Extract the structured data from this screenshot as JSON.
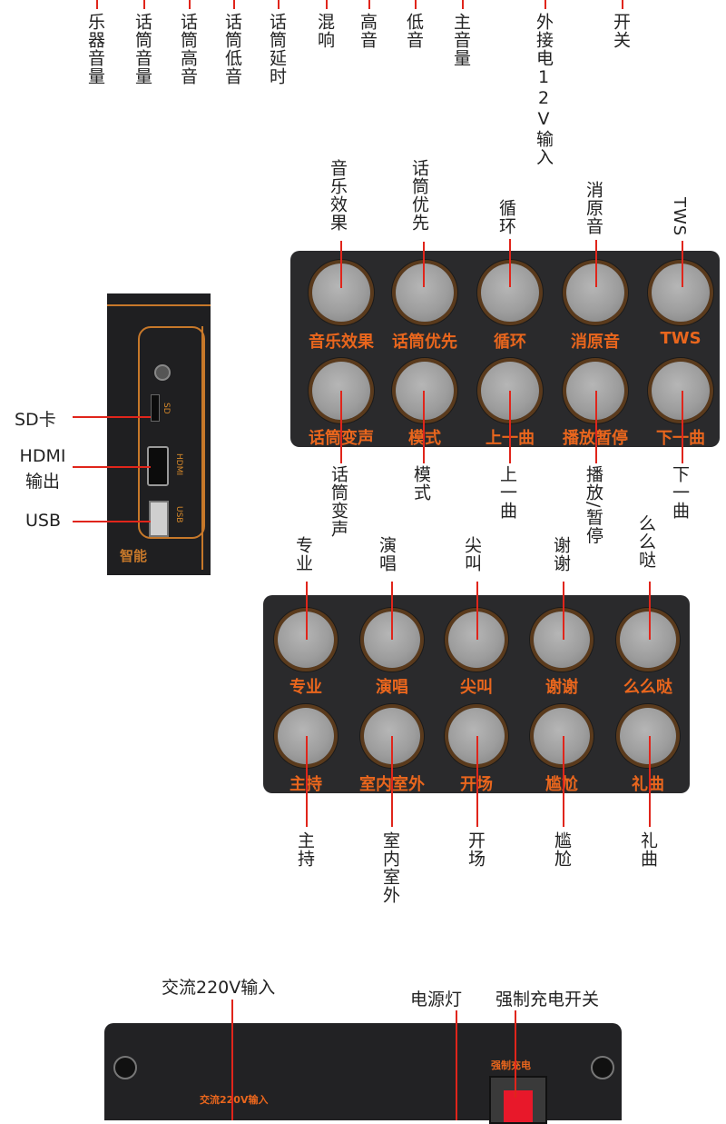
{
  "top_row": [
    "乐器音量",
    "话筒音量",
    "话筒高音",
    "话筒低音",
    "话筒延时",
    "混响",
    "高音",
    "低音",
    "主音量",
    "外接电12V输入",
    "开关"
  ],
  "panel1": {
    "above_labels": [
      "音乐效果",
      "话筒优先",
      "循环",
      "消原音",
      "TWS"
    ],
    "row1_labels": [
      "音乐效果",
      "话筒优先",
      "循环",
      "消原音",
      "TWS"
    ],
    "row2_labels": [
      "话筒变声",
      "模式",
      "上一曲",
      "播放暂停",
      "下一曲"
    ],
    "below_labels": [
      "话筒变声",
      "模式",
      "上一曲",
      "播放/暂停",
      "下一曲"
    ]
  },
  "side_panel": {
    "labels": [
      "SD卡",
      "HDMI输出",
      "USB"
    ],
    "port_labels": [
      "SD",
      "HDMI",
      "USB"
    ],
    "bottom_text": "智能"
  },
  "panel2": {
    "above_labels": [
      "专业",
      "演唱",
      "尖叫",
      "谢谢",
      "么么哒"
    ],
    "row1_labels": [
      "专业",
      "演唱",
      "尖叫",
      "谢谢",
      "么么哒"
    ],
    "row2_labels": [
      "主持",
      "室内室外",
      "开场",
      "尴尬",
      "礼曲"
    ],
    "below_labels": [
      "主持",
      "室内室外",
      "开场",
      "尴尬",
      "礼曲"
    ]
  },
  "bottom": {
    "ac_input": "交流220V输入",
    "power_light": "电源灯",
    "force_charge": "强制充电开关",
    "panel_ac_text": "交流220V输入",
    "panel_force_text": "强制充电"
  }
}
